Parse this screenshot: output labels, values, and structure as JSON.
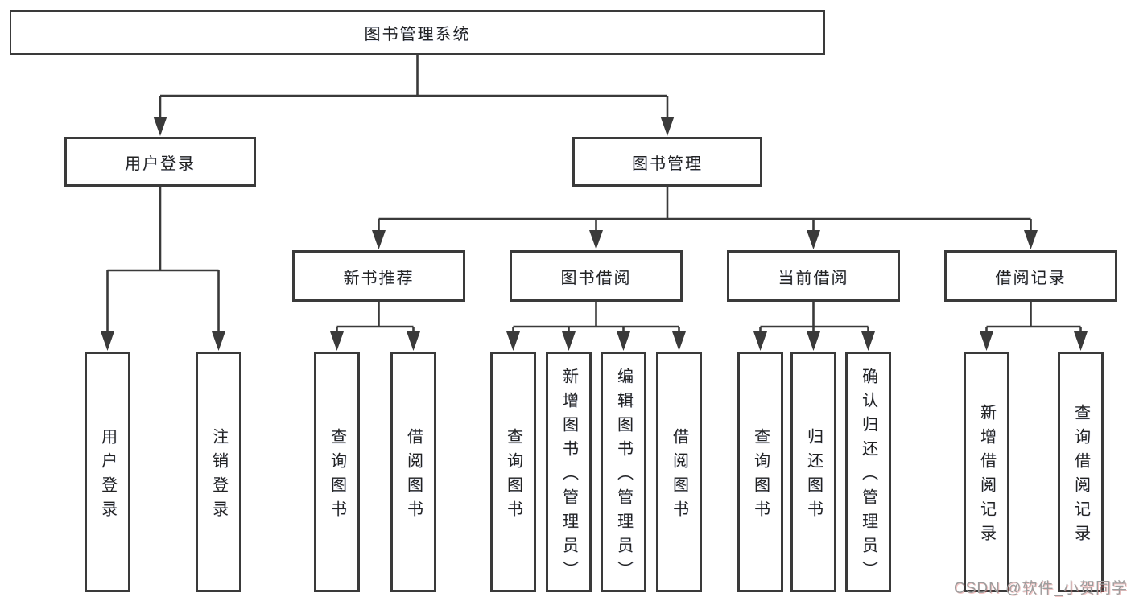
{
  "tree": {
    "root": {
      "label": "图书管理系统"
    },
    "branches": [
      {
        "label": "用户登录",
        "children": [
          {
            "label": "用户登录"
          },
          {
            "label": "注销登录"
          }
        ]
      },
      {
        "label": "图书管理",
        "children": [
          {
            "label": "新书推荐",
            "children": [
              {
                "label": "查询图书"
              },
              {
                "label": "借阅图书"
              }
            ]
          },
          {
            "label": "图书借阅",
            "children": [
              {
                "label": "查询图书"
              },
              {
                "label": "新增图书（管理员）"
              },
              {
                "label": "编辑图书（管理员）"
              },
              {
                "label": "借阅图书"
              }
            ]
          },
          {
            "label": "当前借阅",
            "children": [
              {
                "label": "查询图书"
              },
              {
                "label": "归还图书"
              },
              {
                "label": "确认归还（管理员）"
              }
            ]
          },
          {
            "label": "借阅记录",
            "children": [
              {
                "label": "新增借阅记录"
              },
              {
                "label": "查询借阅记录"
              }
            ]
          }
        ]
      }
    ]
  },
  "watermark": {
    "text": "CSDN @软件_小贺同学"
  },
  "colors": {
    "line": "#3a3a3a",
    "box_border": "#3a3a3a",
    "text": "#222222",
    "watermark": "#9d9d9d",
    "background": "#ffffff"
  }
}
